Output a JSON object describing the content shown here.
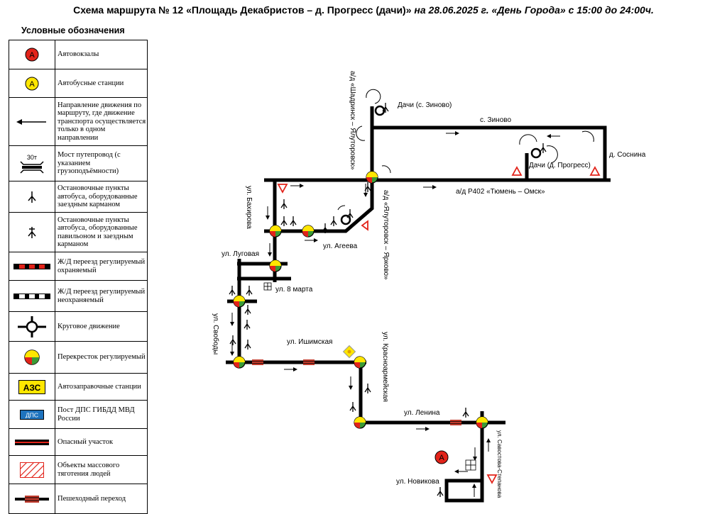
{
  "title": {
    "main": "Схема маршрута № 12 «Площадь Декабристов – д. Прогресс (дачи)»",
    "date": " на 28.06.2025 г. «День Города» с 15:00 до 24:00ч."
  },
  "legend": {
    "heading": "Условные обозначения",
    "items": [
      {
        "key": "bus-terminal",
        "label": "Автовокзалы",
        "glyph": "А"
      },
      {
        "key": "bus-station",
        "label": "Автобусные станции",
        "glyph": "А"
      },
      {
        "key": "direction",
        "label": "Направление движения по маршруту, где движение транспорта осуществляется только в одном направлении"
      },
      {
        "key": "bridge",
        "label": "Мост путепровод (с указанием грузоподъёмности)",
        "glyph": "30т"
      },
      {
        "key": "stop-pocket",
        "label": "Остановочные пункты автобуса, оборудованные заездным карманом"
      },
      {
        "key": "stop-pavilion",
        "label": "Остановочные пункты автобуса, оборудованные павильоном и заездным карманом"
      },
      {
        "key": "rail-guarded",
        "label": "Ж/Д переезд регулируемый охраняемый"
      },
      {
        "key": "rail-unguarded",
        "label": "Ж/Д переезд регулируемый неохраняемый"
      },
      {
        "key": "roundabout",
        "label": "Круговое движение"
      },
      {
        "key": "signal",
        "label": "Перекресток регулируемый"
      },
      {
        "key": "fuel",
        "label": "Автозаправочные станции",
        "glyph": "АЗС"
      },
      {
        "key": "police",
        "label": "Пост ДПС ГИБДД МВД России",
        "glyph": "ДПС"
      },
      {
        "key": "danger",
        "label": "Опасный участок"
      },
      {
        "key": "crowd",
        "label": "Объекты массового тяготения людей"
      },
      {
        "key": "crossing",
        "label": "Пешеходный переход"
      }
    ]
  },
  "map": {
    "labels": {
      "shadrinsk": "а/д «Шадринск – Ялуторовск»",
      "zinovo_dacha": "Дачи (с. Зиново)",
      "zinovo": "с. Зиново",
      "sosnina": "д. Соснина",
      "progress_dacha": "Дачи (д. Прогресс)",
      "r402": "а/д Р402 «Тюмень – Омск»",
      "yalutorovsk_yarkovo": "а/д «Ялуторовск – Ярково»",
      "bakhirova": "ул. Бахирова",
      "ageeva": "ул. Агеева",
      "lugovaya": "ул. Луговая",
      "march8": "ул. 8 марта",
      "svobody": "ул. Свободы",
      "ishimskaya": "ул. Ишимская",
      "krasnoarmeyskaya": "ул. Красноармейская",
      "lenina": "ул. Ленина",
      "savostova": "ул. Савостова-Степанова",
      "novikova": "ул. Новикова"
    },
    "terminal_glyph": "А",
    "colors": {
      "road": "#000000",
      "terminal": "#e2231a",
      "station": "#ffe600",
      "triangle": "#e2231a",
      "crossing": "#c0392b"
    }
  }
}
